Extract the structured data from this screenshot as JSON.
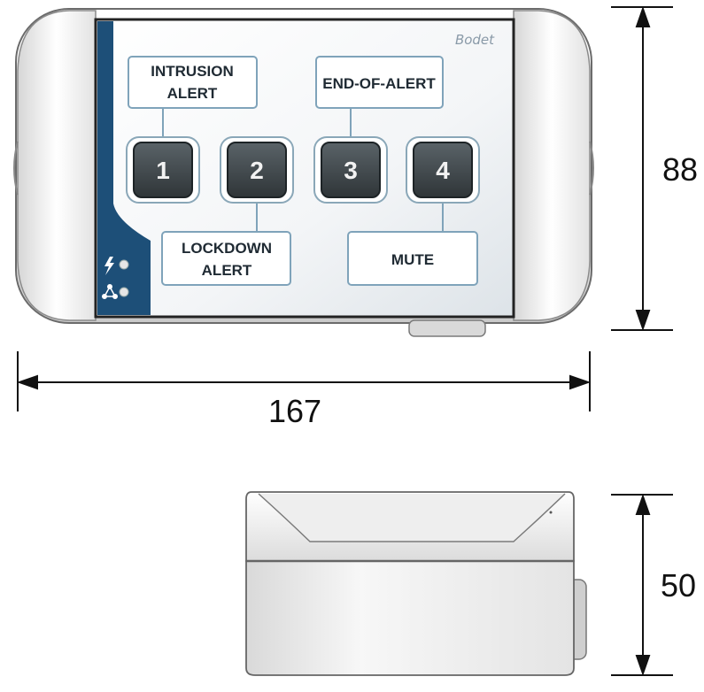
{
  "device": {
    "brand": "Bodet",
    "keys": [
      {
        "label": "1"
      },
      {
        "label": "2"
      },
      {
        "label": "3"
      },
      {
        "label": "4"
      }
    ],
    "boxes": {
      "intrusion_line1": "INTRUSION",
      "intrusion_line2": "ALERT",
      "end_of_alert": "END-OF-ALERT",
      "lockdown_line1": "LOCKDOWN",
      "lockdown_line2": "ALERT",
      "mute": "MUTE"
    },
    "indicators": [
      {
        "icon": "power-bolt-icon"
      },
      {
        "icon": "network-icon"
      }
    ]
  },
  "dimensions": {
    "width": "167",
    "height": "88",
    "depth": "50"
  },
  "colors": {
    "side_strip": "#1d4f78",
    "key_fill": "#454d52",
    "box_border": "#7fa3ba",
    "line": "#111111"
  }
}
